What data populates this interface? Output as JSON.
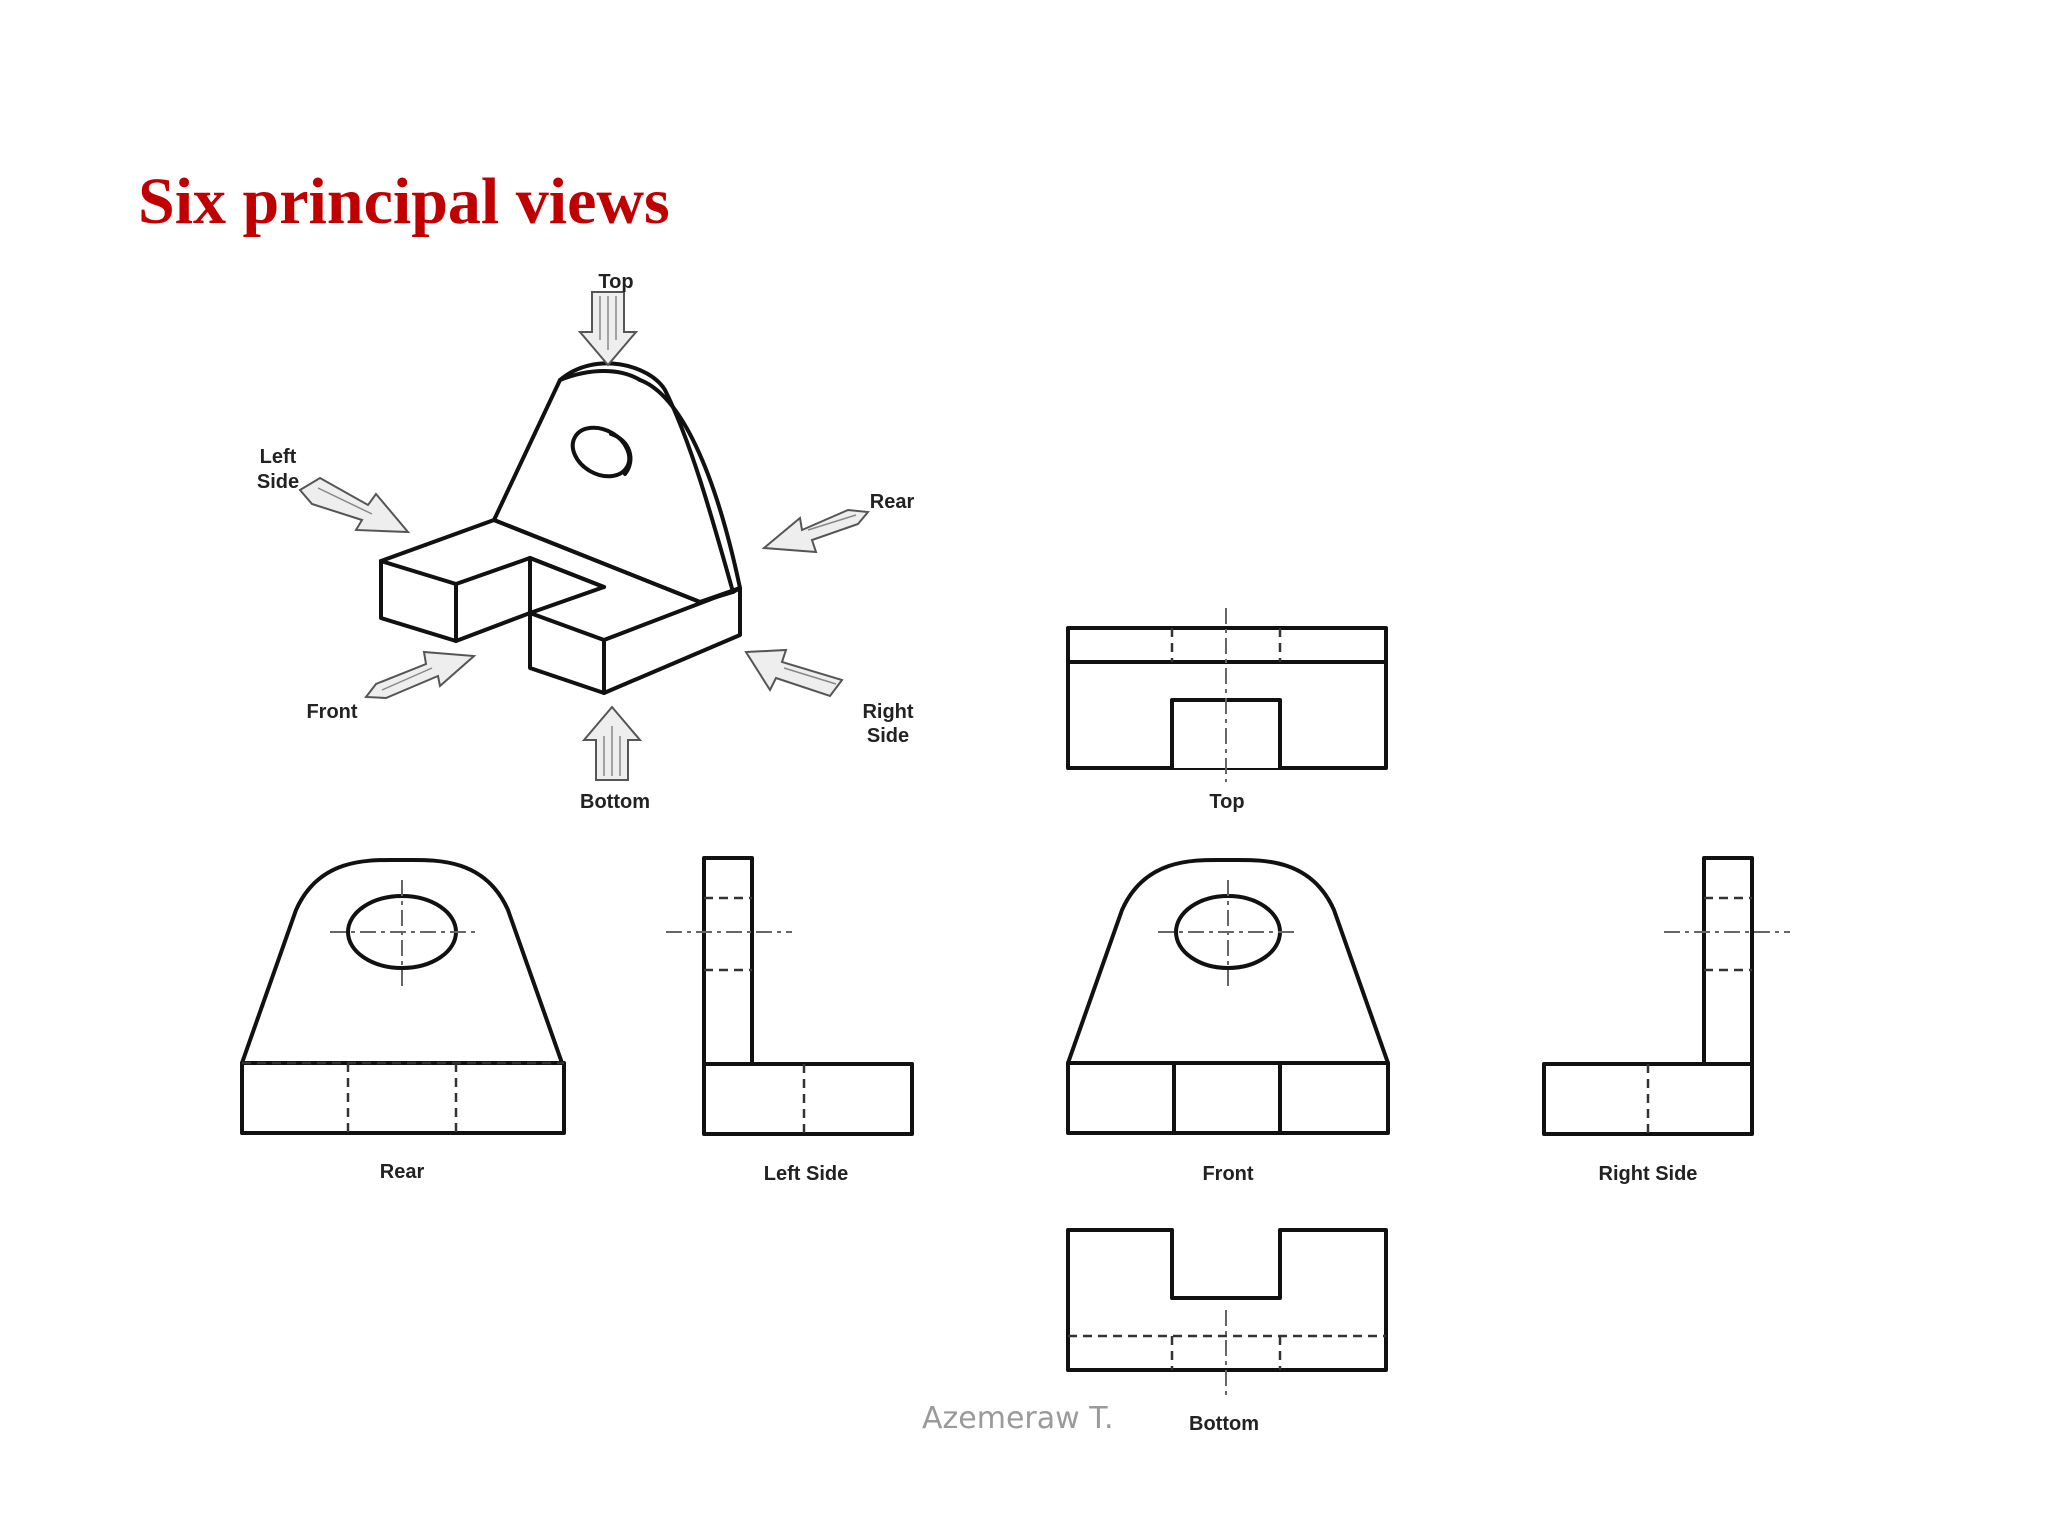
{
  "slide": {
    "title": "Six principal views",
    "author": "Azemeraw T."
  },
  "pictorial": {
    "arrow_labels": {
      "top": "Top",
      "left_side_line1": "Left",
      "left_side_line2": "Side",
      "rear": "Rear",
      "front": "Front",
      "right_side_line1": "Right",
      "right_side_line2": "Side",
      "bottom": "Bottom"
    }
  },
  "views": {
    "top": "Top",
    "rear": "Rear",
    "left_side": "Left Side",
    "front": "Front",
    "right_side": "Right Side",
    "bottom": "Bottom"
  },
  "colors": {
    "title": "#c00000",
    "lines": "#111111",
    "author": "#9a9a9a"
  }
}
